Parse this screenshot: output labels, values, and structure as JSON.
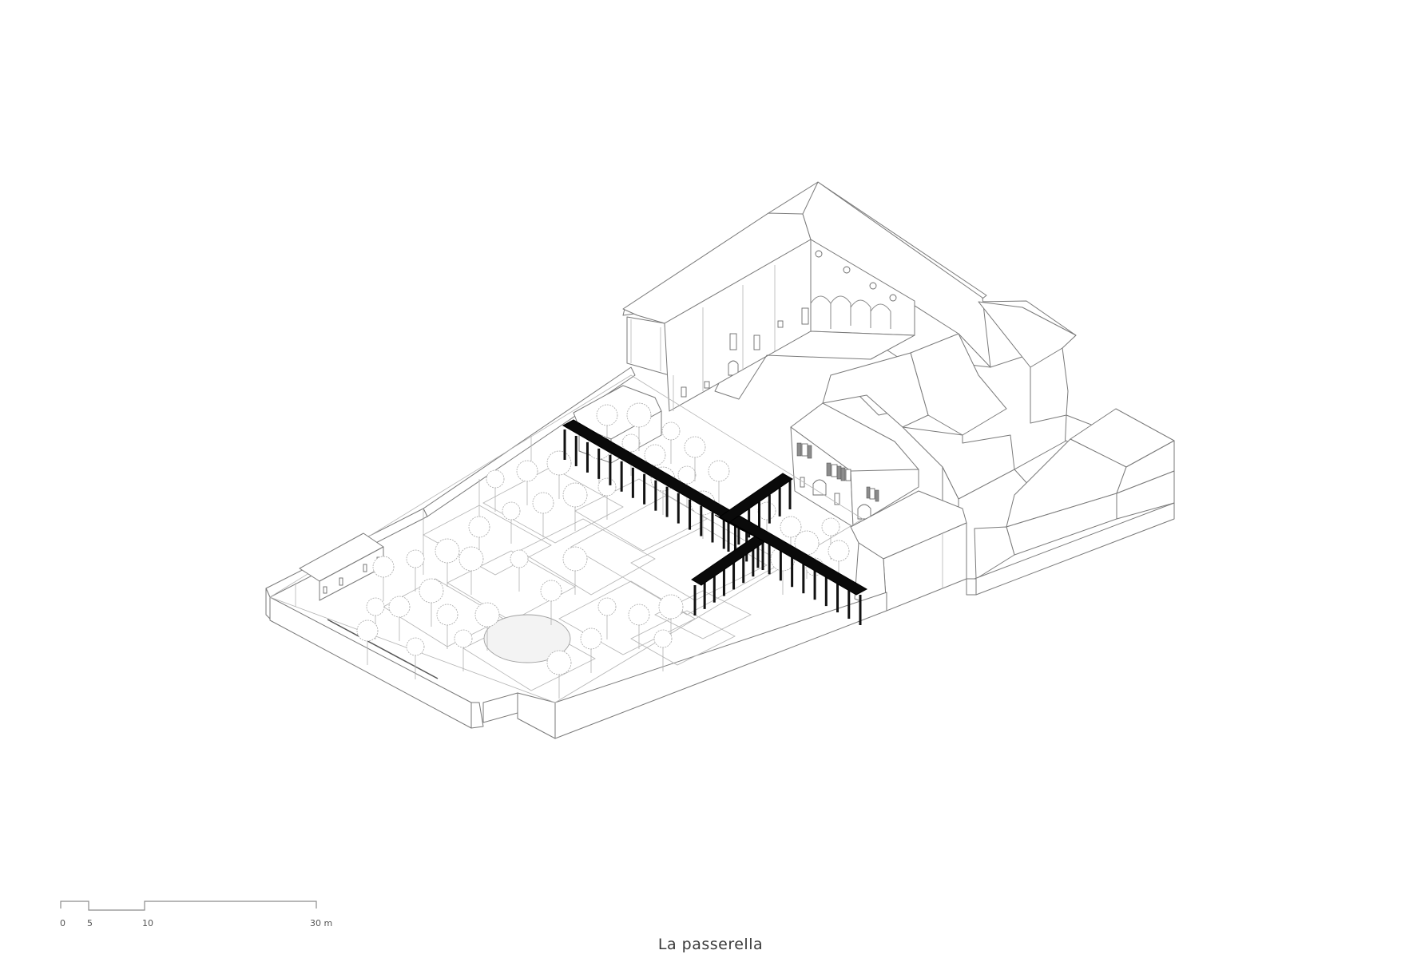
{
  "drawing": {
    "type": "axonometric architectural drawing",
    "caption": "La passerella",
    "highlight_element": "passerella-walkway",
    "highlight_color": "#000000",
    "line_color": "#8a8a8a"
  },
  "scale_bar": {
    "unit": "m",
    "ticks": [
      {
        "value": "0",
        "label": "0"
      },
      {
        "value": "5",
        "label": "5"
      },
      {
        "value": "10",
        "label": "10"
      },
      {
        "value": "30",
        "label": "30 m"
      }
    ]
  }
}
